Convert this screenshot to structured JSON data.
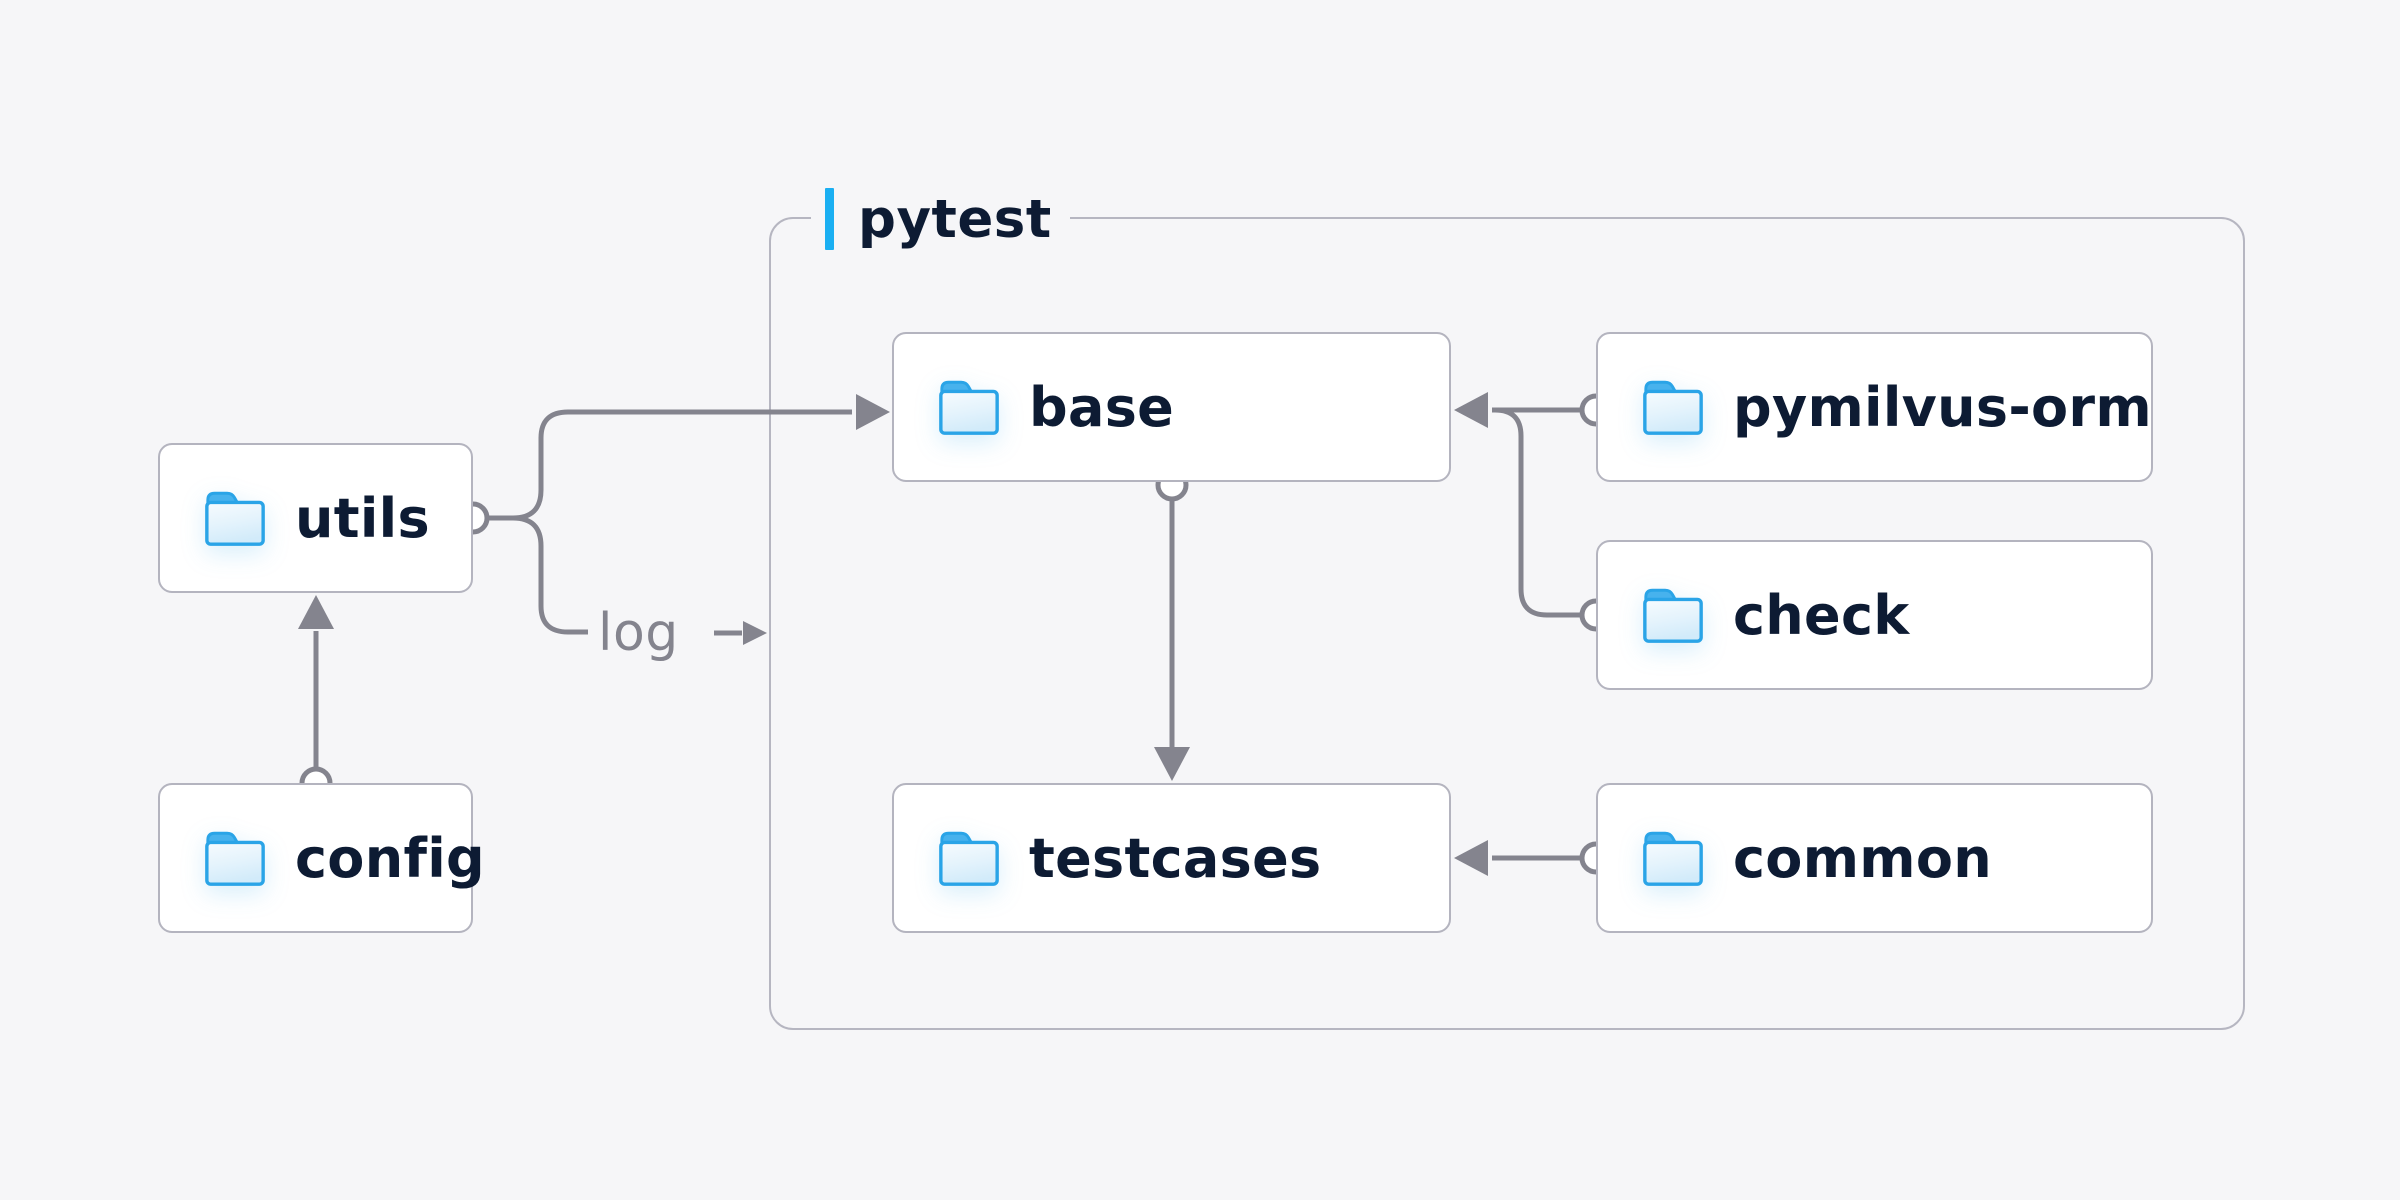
{
  "palette": {
    "background": "#f6f6f8",
    "node_fill": "#ffffff",
    "node_border": "#b4b4bf",
    "container_border": "#b6b6c1",
    "connector_gray": "#84848e",
    "label_text": "#0d1b33",
    "accent_blue": "#1aaff2",
    "folder_outline": "#2aa4e7",
    "folder_tab": "#47b2ed"
  },
  "container": {
    "label": "pytest",
    "accent": "accent-bar"
  },
  "nodes": {
    "utils": {
      "label": "utils",
      "icon": "folder-icon"
    },
    "config": {
      "label": "config",
      "icon": "folder-icon"
    },
    "base": {
      "label": "base",
      "icon": "folder-icon"
    },
    "testcases": {
      "label": "testcases",
      "icon": "folder-icon"
    },
    "pymilvus": {
      "label": "pymilvus-orm",
      "icon": "folder-icon"
    },
    "check": {
      "label": "check",
      "icon": "folder-icon"
    },
    "common": {
      "label": "common",
      "icon": "folder-icon"
    }
  },
  "edge_labels": {
    "log": "log"
  },
  "edges": [
    {
      "from": "config",
      "to": "utils"
    },
    {
      "from": "utils",
      "to": "base"
    },
    {
      "from": "utils",
      "to": "pytest",
      "label": "log"
    },
    {
      "from": "pymilvus-orm",
      "to": "base"
    },
    {
      "from": "check",
      "to": "base"
    },
    {
      "from": "base",
      "to": "testcases"
    },
    {
      "from": "common",
      "to": "testcases"
    }
  ]
}
